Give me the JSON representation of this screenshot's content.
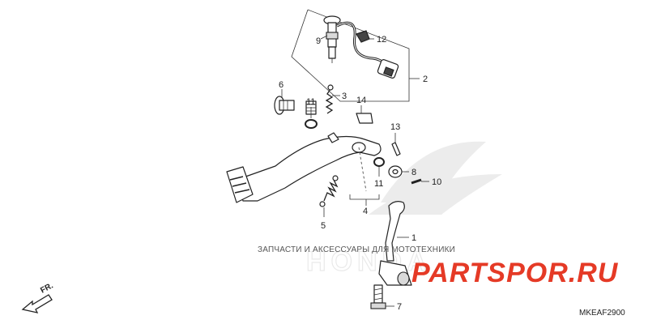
{
  "diagram": {
    "callouts": [
      {
        "id": "c1",
        "label": "1"
      },
      {
        "id": "c2",
        "label": "2"
      },
      {
        "id": "c3",
        "label": "3"
      },
      {
        "id": "c4",
        "label": "4"
      },
      {
        "id": "c5",
        "label": "5"
      },
      {
        "id": "c6",
        "label": "6"
      },
      {
        "id": "c7",
        "label": "7"
      },
      {
        "id": "c8",
        "label": "8"
      },
      {
        "id": "c9",
        "label": "9"
      },
      {
        "id": "c10",
        "label": "10"
      },
      {
        "id": "c11a",
        "label": "11"
      },
      {
        "id": "c11b",
        "label": "11"
      },
      {
        "id": "c12",
        "label": "12"
      },
      {
        "id": "c13",
        "label": "13"
      },
      {
        "id": "c14",
        "label": "14"
      }
    ],
    "direction_label": "FR.",
    "diagram_code": "MKEAF2900"
  },
  "watermark": {
    "tagline": "ЗАПЧАСТИ И АКСЕССУАРЫ ДЛЯ МОТОТЕХНИКИ",
    "brand": "PARTSPOR.RU",
    "logo_text": "HONDA",
    "brand_color": "#e53a26"
  }
}
